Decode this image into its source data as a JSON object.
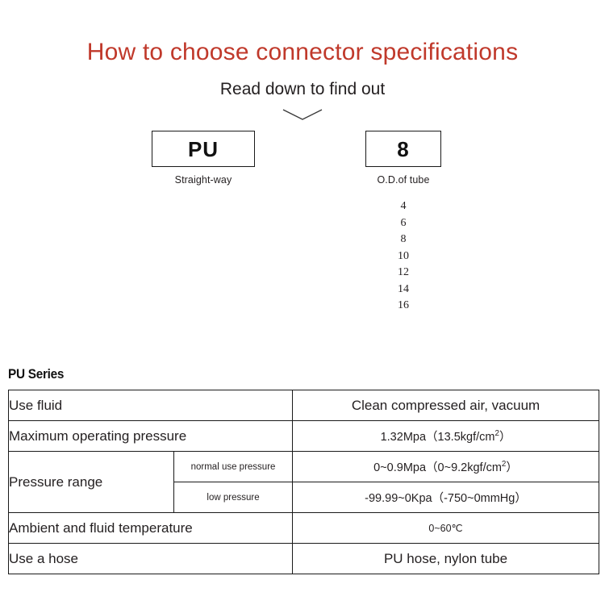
{
  "header": {
    "title": "How to choose connector specifications",
    "subtitle": "Read down to find out",
    "title_color": "#c0392b",
    "chevron_icon": "chevron-down-icon"
  },
  "selector": {
    "columns": [
      {
        "code": "PU",
        "caption": "Straight-way",
        "options": []
      },
      {
        "code": "8",
        "caption": "O.D.of tube",
        "options": [
          "4",
          "6",
          "8",
          "10",
          "12",
          "14",
          "16"
        ]
      }
    ]
  },
  "spec": {
    "series_title": "PU Series",
    "accent_row_color": "#f5ece3",
    "rows": [
      {
        "label": "Use fluid",
        "value": "Clean compressed air, vacuum",
        "highlight": true
      },
      {
        "label": "Maximum operating pressure",
        "value_prefix": "1.32Mpa",
        "value_paren_open": "（13.5kgf/cm",
        "value_sup": "2",
        "value_paren_close": "）",
        "highlight": false
      },
      {
        "label": "Pressure range",
        "sub_rows": [
          {
            "sublabel": "normal use pressure",
            "value_prefix": "0~0.9Mpa",
            "value_paren_open": "（0~9.2kgf/cm",
            "value_sup": "2",
            "value_paren_close": "）",
            "highlight": true
          },
          {
            "sublabel": "low pressure",
            "value": "-99.99~0Kpa（-750~0mmHg）",
            "highlight": false
          }
        ]
      },
      {
        "label": "Ambient and fluid temperature",
        "value": "0~60℃",
        "highlight": true
      },
      {
        "label": "Use a hose",
        "value": "PU hose, nylon tube",
        "highlight": false
      }
    ]
  }
}
